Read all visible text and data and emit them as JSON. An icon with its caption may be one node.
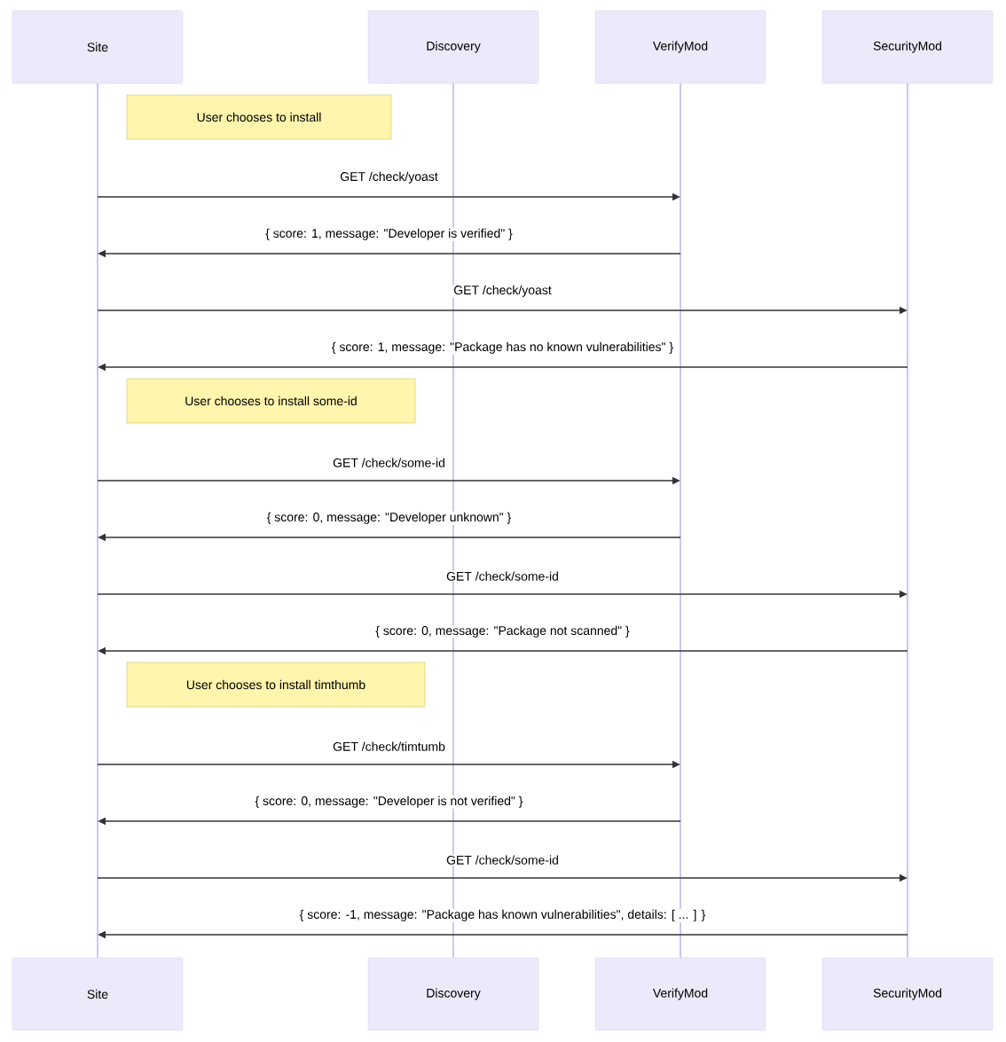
{
  "diagram": {
    "nodes": [
      {
        "text": [
          "Site"
        ]
      },
      {
        "text": [
          "Discovery"
        ]
      },
      {
        "text": [
          "VerifyMod"
        ]
      },
      {
        "text": [
          "SecurityMod"
        ]
      },
      {
        "text": [
          "Site"
        ]
      },
      {
        "text": [
          "Discovery"
        ]
      },
      {
        "text": [
          "VerifyMod"
        ]
      },
      {
        "text": [
          "SecurityMod"
        ]
      },
      {
        "text": [
          "User chooses to install"
        ]
      },
      {
        "text": [
          "User chooses to install some-id"
        ]
      },
      {
        "text": [
          "User chooses to install timthumb"
        ]
      },
      {
        "text": [],
        "shape": "bar"
      },
      {
        "text": [],
        "shape": "bar"
      },
      {
        "text": [],
        "shape": "bar"
      },
      {
        "text": [],
        "shape": "bar"
      }
    ],
    "edges": [
      {
        "from": 11,
        "to": 13,
        "arrow": "to",
        "label": "GET /check/yoast"
      },
      {
        "from": 13,
        "to": 11,
        "arrow": "to",
        "label": "{ score: 1, message: \"Developer is verified\" }"
      },
      {
        "from": 11,
        "to": 14,
        "arrow": "to",
        "label": "GET /check/yoast"
      },
      {
        "from": 14,
        "to": 11,
        "arrow": "to",
        "label": "{ score: 1, message: \"Package has no known vulnerabilities\" }"
      },
      {
        "from": 11,
        "to": 13,
        "arrow": "to",
        "label": "GET /check/some-id"
      },
      {
        "from": 13,
        "to": 11,
        "arrow": "to",
        "label": "{ score: 0, message: \"Developer unknown\" }"
      },
      {
        "from": 11,
        "to": 14,
        "arrow": "to",
        "label": "GET /check/some-id"
      },
      {
        "from": 14,
        "to": 11,
        "arrow": "to",
        "label": "{ score: 0, message: \"Package not scanned\" }"
      },
      {
        "from": 11,
        "to": 13,
        "arrow": "to",
        "label": "GET /check/timtumb"
      },
      {
        "from": 13,
        "to": 11,
        "arrow": "to",
        "label": "{ score: 0, message: \"Developer is not verified\" }"
      },
      {
        "from": 11,
        "to": 14,
        "arrow": "to",
        "label": "GET /check/some-id"
      },
      {
        "from": 14,
        "to": 11,
        "arrow": "to",
        "label": "{ score: -1, message: \"Package has known vulnerabilities\", details: [ ... ] }"
      }
    ]
  }
}
